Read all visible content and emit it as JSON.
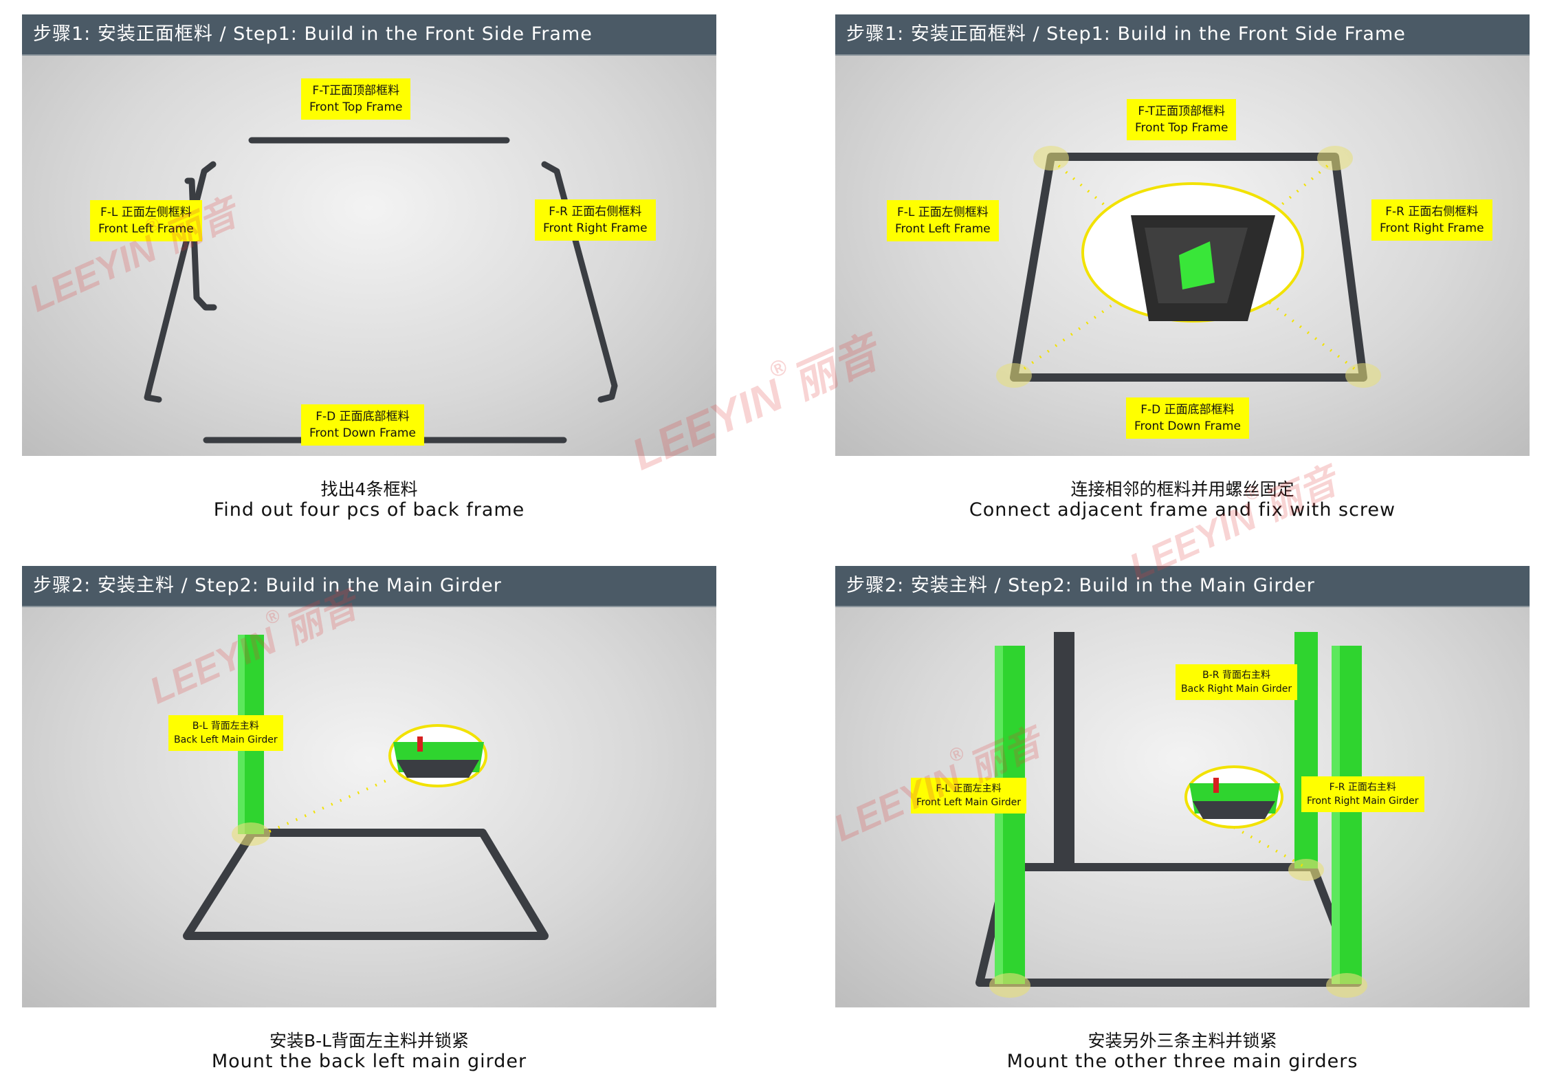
{
  "panels": [
    {
      "header": "步骤1: 安装正面框料 / Step1: Build in the Front Side Frame",
      "labels": [
        {
          "cn": "F-T正面顶部框料",
          "en": "Front Top Frame"
        },
        {
          "cn": "F-L 正面左侧框料",
          "en": "Front Left Frame"
        },
        {
          "cn": "F-R 正面右侧框料",
          "en": "Front Right Frame"
        },
        {
          "cn": "F-D 正面底部框料",
          "en": "Front Down Frame"
        }
      ],
      "caption": {
        "cn": "找出4条框料",
        "en": "Find out four pcs of back frame"
      }
    },
    {
      "header": "步骤1: 安装正面框料 / Step1: Build in the Front Side Frame",
      "labels": [
        {
          "cn": "F-T正面顶部框料",
          "en": "Front Top Frame"
        },
        {
          "cn": "F-L 正面左侧框料",
          "en": "Front Left Frame"
        },
        {
          "cn": "F-R 正面右侧框料",
          "en": "Front Right Frame"
        },
        {
          "cn": "F-D 正面底部框料",
          "en": "Front Down Frame"
        }
      ],
      "caption": {
        "cn": "连接相邻的框料并用螺丝固定",
        "en": "Connect adjacent frame and fix with screw"
      }
    },
    {
      "header": "步骤2: 安装主料 / Step2: Build in the Main Girder",
      "labels": [
        {
          "cn": "B-L 背面左主料",
          "en": "Back Left Main Girder"
        }
      ],
      "caption": {
        "cn": "安装B-L背面左主料并锁紧",
        "en": "Mount the back left main girder"
      }
    },
    {
      "header": "步骤2: 安装主料 / Step2: Build in the Main Girder",
      "labels": [
        {
          "cn": "B-R 背面右主料",
          "en": "Back Right Main Girder"
        },
        {
          "cn": "F-L 正面左主料",
          "en": "Front Left Main Girder"
        },
        {
          "cn": "F-R 正面右主料",
          "en": "Front Right Main Girder"
        }
      ],
      "caption": {
        "cn": "安装另外三条主料并锁紧",
        "en": "Mount the other three main girders"
      }
    }
  ],
  "watermark": {
    "brand": "LEEYIN",
    "cn": "丽音",
    "mark": "®"
  },
  "colors": {
    "header_bg": "#4b5a66",
    "label_bg": "#ffff00",
    "girder": "#2fd42f",
    "frame": "#3a3d42"
  }
}
